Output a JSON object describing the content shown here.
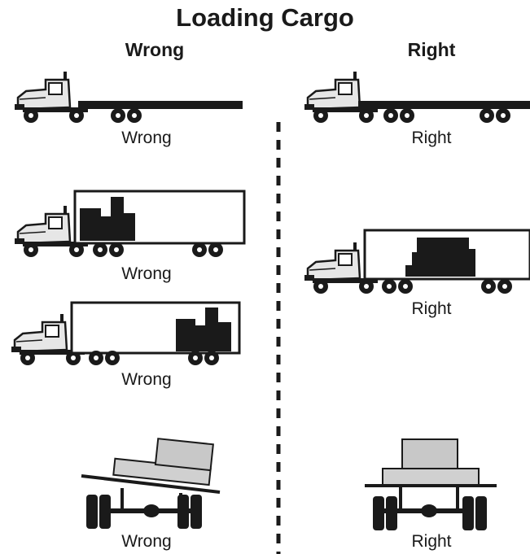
{
  "title": "Loading Cargo",
  "columns": {
    "wrong": "Wrong",
    "right": "Right"
  },
  "captions": {
    "flatbed_wrong": "Wrong",
    "flatbed_right": "Right",
    "box_front_wrong": "Wrong",
    "box_rear_wrong": "Wrong",
    "box_center_right": "Right",
    "axle_tilted_wrong": "Wrong",
    "axle_level_right": "Right"
  },
  "colors": {
    "ink": "#1a1a1a",
    "cargo_light": "#cfcfcf",
    "truck_grey": "#d9d9d9"
  },
  "icons": [
    "truck-cab-icon",
    "trailer-icon",
    "cargo-block-icon",
    "axle-wheel-icon"
  ]
}
